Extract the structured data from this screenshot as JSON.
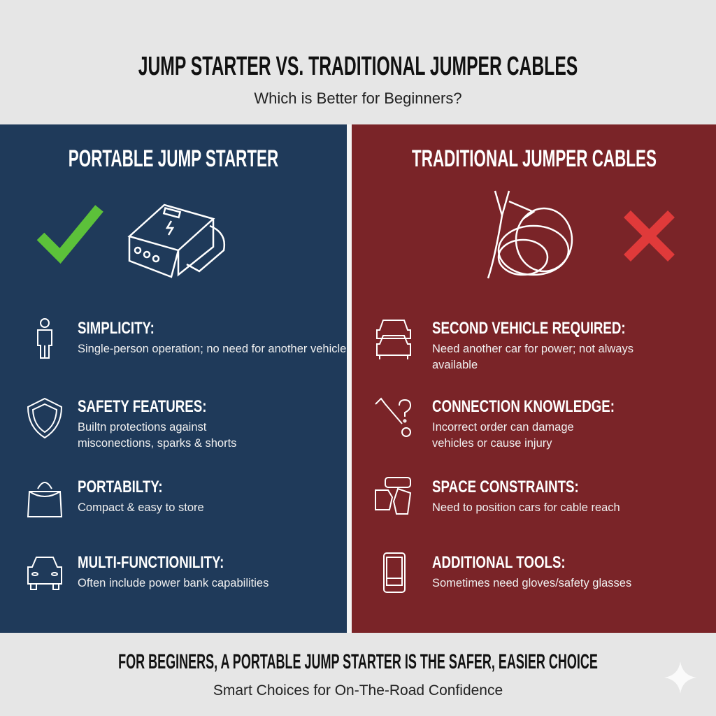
{
  "header": {
    "title": "JUMP STARTER VS. TRADITIONAL JUMPER CABLES",
    "subtitle": "Which is Better for Beginners?"
  },
  "left": {
    "title": "PORTABLE JUMP STARTER",
    "verdict_icon": "checkmark-icon",
    "verdict_color": "#5cc13a",
    "bg": "#1f3a5a",
    "items": [
      {
        "icon": "person-icon",
        "heading": "SIMPLICITY:",
        "text": "Single-person operation; no need for another vehicle"
      },
      {
        "icon": "shield-icon",
        "heading": "SAFETY FEATURES:",
        "text": "Builtn protections against\nmisconections, sparks & shorts"
      },
      {
        "icon": "bag-icon",
        "heading": "PORTABILTY:",
        "text": "Compact & easy to store"
      },
      {
        "icon": "car-icon",
        "heading": "MULTI-FUNCTIONILITY:",
        "text": "Often include power bank capabilities"
      }
    ]
  },
  "right": {
    "title": "TRADITIONAL JUMPER CABLES",
    "verdict_icon": "x-icon",
    "verdict_color": "#e03a3a",
    "bg": "#7a2428",
    "items": [
      {
        "icon": "two-cars-icon",
        "heading": "SECOND VEHICLE REQUIRED:",
        "text": "Need another car for power; not always\navailable"
      },
      {
        "icon": "wrench-question-icon",
        "heading": "CONNECTION KNOWLEDGE:",
        "text": "Incorrect order can damage\nvehicles or cause injury"
      },
      {
        "icon": "gloves-icon",
        "heading": "SPACE CONSTRAINTS:",
        "text": "Need to position cars for cable reach"
      },
      {
        "icon": "phone-icon",
        "heading": "ADDITIONAL TOOLS:",
        "text": "Sometimes need gloves/safety glasses"
      }
    ]
  },
  "footer": {
    "title": "FOR BEGINERS, A PORTABLE JUMP STARTER IS THE SAFER, EASIER CHOICE",
    "subtitle": "Smart Choices for On-The-Road Confidence"
  }
}
